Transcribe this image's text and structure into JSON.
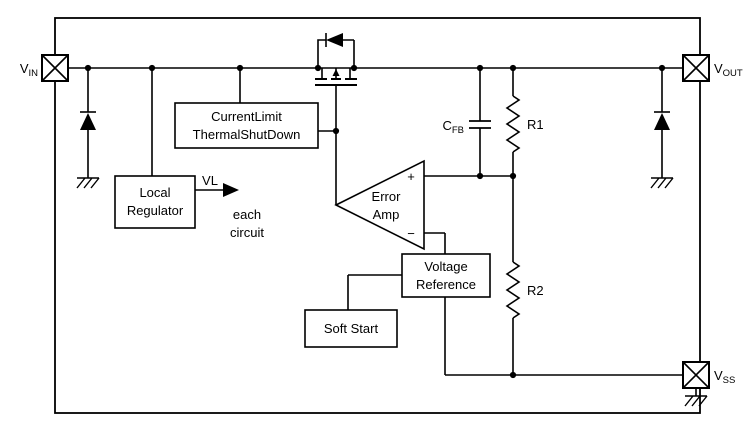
{
  "pins": {
    "vin": {
      "main": "V",
      "sub": "IN"
    },
    "vout": {
      "main": "V",
      "sub": "OUT"
    },
    "vss": {
      "main": "V",
      "sub": "SS"
    }
  },
  "blocks": {
    "current_limit": {
      "line1": "CurrentLimit",
      "line2": "ThermalShutDown"
    },
    "local_regulator": {
      "line1": "Local",
      "line2": "Regulator"
    },
    "error_amp": {
      "line1": "Error",
      "line2": "Amp",
      "plus": "+",
      "minus": "−"
    },
    "voltage_reference": {
      "line1": "Voltage",
      "line2": "Reference"
    },
    "soft_start": {
      "label": "Soft Start"
    }
  },
  "components": {
    "cfb": {
      "main": "C",
      "sub": "FB"
    },
    "r1": {
      "label": "R1"
    },
    "r2": {
      "label": "R2"
    }
  },
  "annotations": {
    "vl": "VL",
    "each": "each",
    "circuit": "circuit"
  },
  "colors": {
    "line": "#000000",
    "background": "#ffffff"
  }
}
